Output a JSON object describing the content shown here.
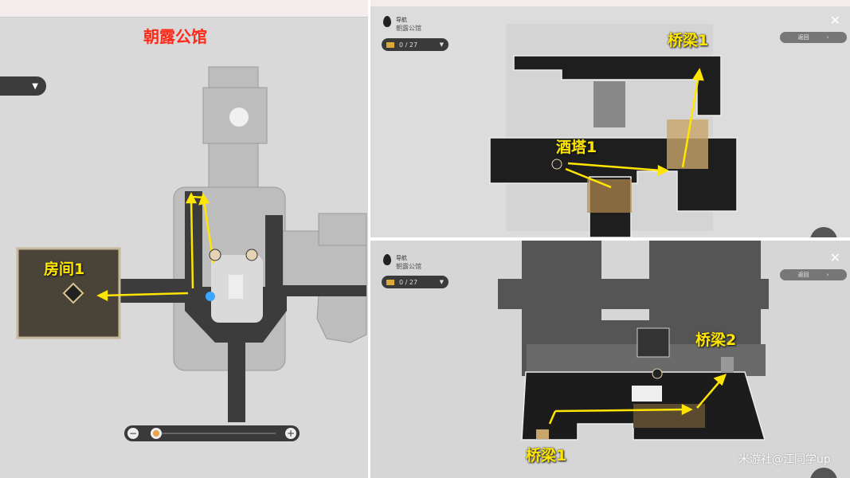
{
  "left_map": {
    "title": "朝露公馆",
    "dropdown_icon": "triangle-down-icon",
    "annotation": "房间1",
    "zoom": {
      "minus": "−",
      "plus": "+",
      "level": 0.0
    }
  },
  "top_right": {
    "nav_label": "导航",
    "location": "朝露公馆",
    "chest_count": "0 / 27",
    "back_label": "返回",
    "annotations": [
      "桥梁1",
      "酒塔1"
    ]
  },
  "bottom_right": {
    "nav_label": "导航",
    "location": "朝露公馆",
    "chest_count": "0 / 27",
    "back_label": "返回",
    "annotations": [
      "桥梁2",
      "桥梁1"
    ]
  },
  "watermark": "米游社@江同学up",
  "colors": {
    "annotation": "#ffe600",
    "title": "#ff2a1a"
  }
}
